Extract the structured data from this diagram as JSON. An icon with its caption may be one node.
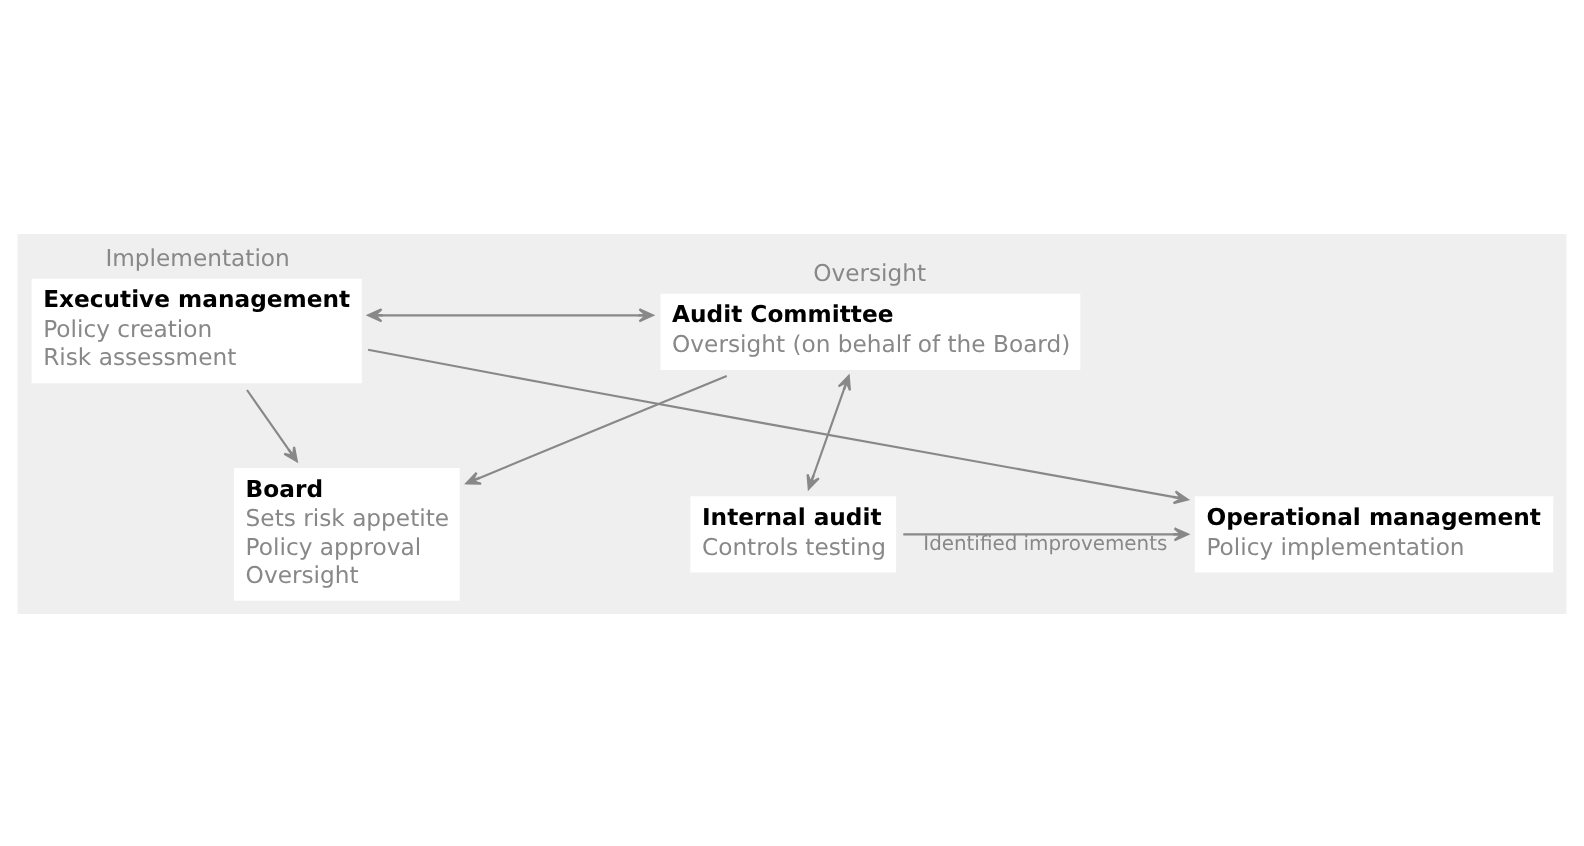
{
  "diagram": {
    "nodes": [
      {
        "text": [
          "Board",
          "Sets risk appetite",
          "Policy approval",
          "Oversight"
        ]
      },
      {
        "text": [
          "Executive management",
          "Policy creation",
          "Risk assessment"
        ],
        "beside": [
          "Implementation"
        ]
      },
      {
        "text": [
          "Audit Committee",
          "Oversight (on behalf of the Board)"
        ],
        "beside": [
          "Oversight"
        ]
      },
      {
        "text": [
          "Operational management",
          "Policy implementation"
        ]
      },
      {
        "text": [
          "Internal audit",
          "Controls testing"
        ]
      }
    ],
    "edges": [
      {
        "from": 1,
        "to": 0,
        "arrow": "to"
      },
      {
        "from": 2,
        "to": 0,
        "arrow": "to"
      },
      {
        "from": 1,
        "to": 2,
        "arrow": "both"
      },
      {
        "from": 1,
        "to": 3,
        "arrow": "to"
      },
      {
        "from": 2,
        "to": 4,
        "arrow": "both"
      },
      {
        "from": 4,
        "to": 3,
        "arrow": "to",
        "label": "Identified improvements"
      }
    ]
  }
}
